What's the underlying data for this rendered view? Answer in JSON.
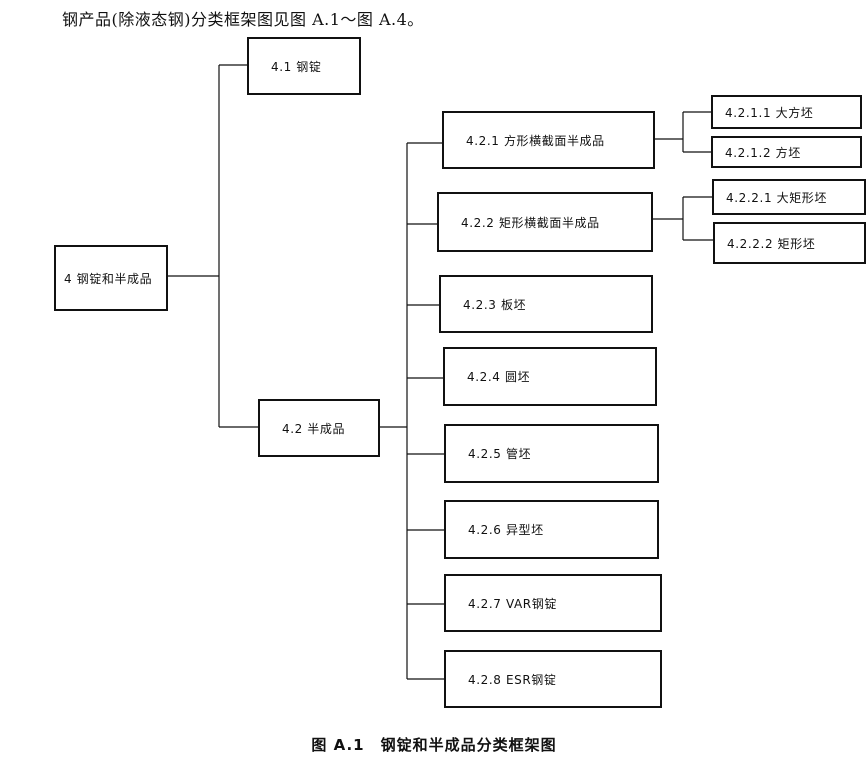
{
  "intro_text": "钢产品(除液态钢)分类框架图见图 A.1～图 A.4。",
  "diagram": {
    "root": "4 钢锭和半成品",
    "n41": "4.1 钢锭",
    "n42": "4.2 半成品",
    "n421": "4.2.1 方形横截面半成品",
    "n4211": "4.2.1.1 大方坯",
    "n4212": "4.2.1.2 方坯",
    "n422": "4.2.2 矩形横截面半成品",
    "n4221": "4.2.2.1 大矩形坯",
    "n4222": "4.2.2.2 矩形坯",
    "n423": "4.2.3 板坯",
    "n424": "4.2.4 圆坯",
    "n425": "4.2.5 管坯",
    "n426": "4.2.6 异型坯",
    "n427": "4.2.7 VAR钢锭",
    "n428": "4.2.8 ESR钢锭"
  },
  "caption": "图 A.1　钢锭和半成品分类框架图"
}
